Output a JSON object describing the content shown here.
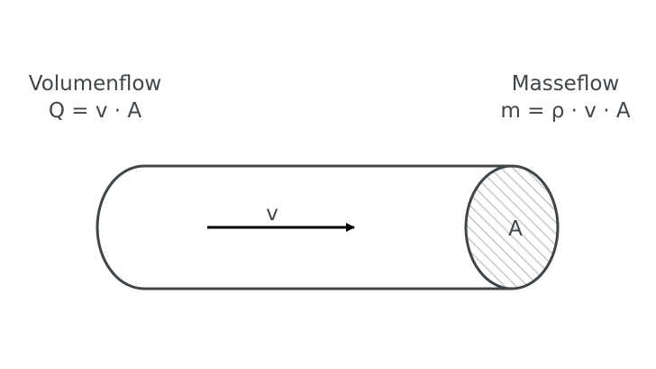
{
  "volume_flow": {
    "title": "Volumenflow",
    "formula": "Q = v · A"
  },
  "mass_flow": {
    "title": "Masseflow",
    "formula": "m = ρ · v · A"
  },
  "pipe": {
    "velocity_label": "v",
    "area_label": "A"
  },
  "colors": {
    "stroke": "#3f4548",
    "text": "#3f4548",
    "arrow": "#000000",
    "hatch": "#c8c8c8"
  }
}
